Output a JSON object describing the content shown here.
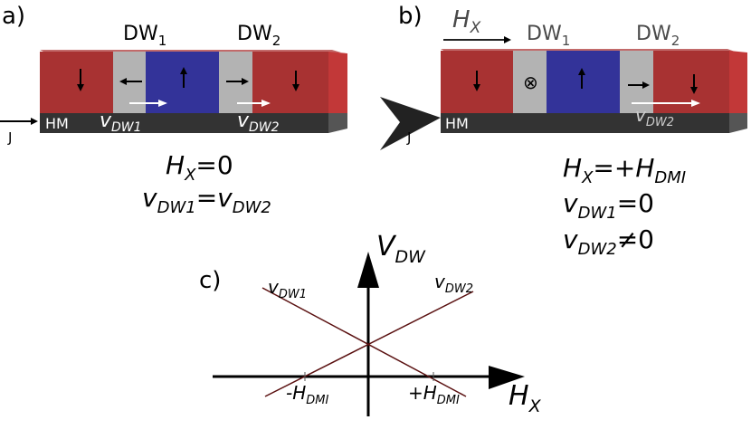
{
  "panel_a": {
    "label": "a)",
    "dw1": {
      "base": "DW",
      "sub": "1"
    },
    "dw2": {
      "base": "DW",
      "sub": "2"
    },
    "hm": "HM",
    "current": "J",
    "v1": {
      "base": "v",
      "sub": "DW1"
    },
    "v2": {
      "base": "v",
      "sub": "DW2"
    },
    "eq1": {
      "lhs": "H",
      "lhs_sub": "X",
      "rhs": "=0"
    },
    "eq2": {
      "a": "v",
      "a_sub": "DW1",
      "mid": "=v",
      "b_sub": "DW2"
    }
  },
  "panel_b": {
    "label": "b)",
    "field": {
      "base": "H",
      "sub": "X"
    },
    "dw1": {
      "base": "DW",
      "sub": "1"
    },
    "dw2": {
      "base": "DW",
      "sub": "2"
    },
    "hm": "HM",
    "current": "J",
    "into_page_symbol": "⊗",
    "v2": {
      "base": "v",
      "sub": "DW2"
    },
    "eq1": {
      "base": "H",
      "sub": "X",
      "rest": "=+H",
      "rest_sub": "DMI"
    },
    "eq2": {
      "base": "v",
      "sub": "DW1",
      "rest": "=0"
    },
    "eq3": {
      "base": "v",
      "sub": "DW2",
      "rest": "≠0"
    }
  },
  "panel_c": {
    "label": "c)",
    "y_axis": {
      "base": "V",
      "sub": "DW"
    },
    "x_axis": {
      "base": "H",
      "sub": "X"
    },
    "line1": {
      "base": "v",
      "sub": "DW1"
    },
    "line2": {
      "base": "v",
      "sub": "DW2"
    },
    "tick_neg": {
      "base": "-H",
      "sub": "DMI"
    },
    "tick_pos": {
      "base": "+H",
      "sub": "DMI"
    }
  },
  "colors": {
    "red_domain": "#a83232",
    "blue_domain": "#333399",
    "wall_grey": "#b3b3b3",
    "hm_layer": "#333333",
    "line_color": "#5a1010"
  }
}
